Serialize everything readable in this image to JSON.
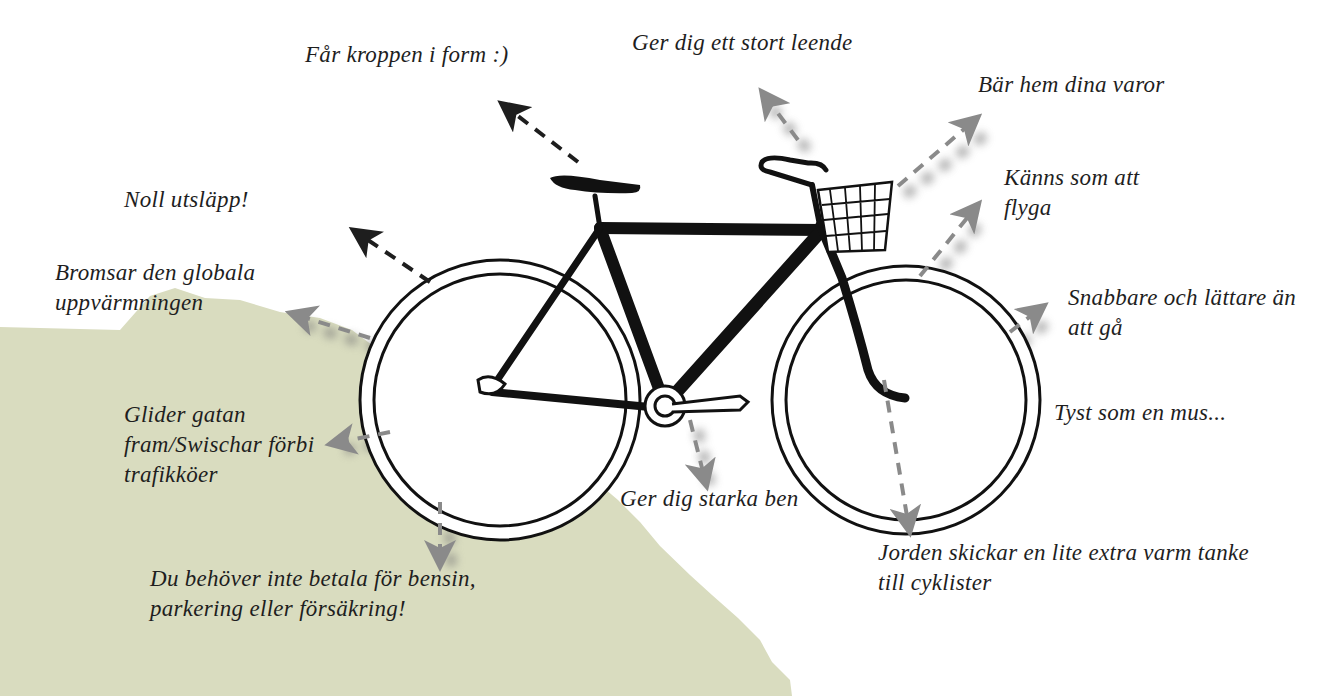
{
  "diagram": {
    "labels": [
      "Får kroppen i form :)",
      "Ger dig ett stort leende",
      "Bär hem dina varor",
      "Noll utsläpp!",
      "Känns som att flyga",
      "Bromsar den globala uppvärmningen",
      "Snabbare och lättare än att gå",
      "Tyst som en mus...",
      "Glider gatan fram/Swischar förbi trafikköer",
      "Ger dig starka ben",
      "Jorden skickar en lite extra varm tanke till cyklister",
      "Du behöver inte betala för bensin, parkering eller försäkring!"
    ]
  }
}
